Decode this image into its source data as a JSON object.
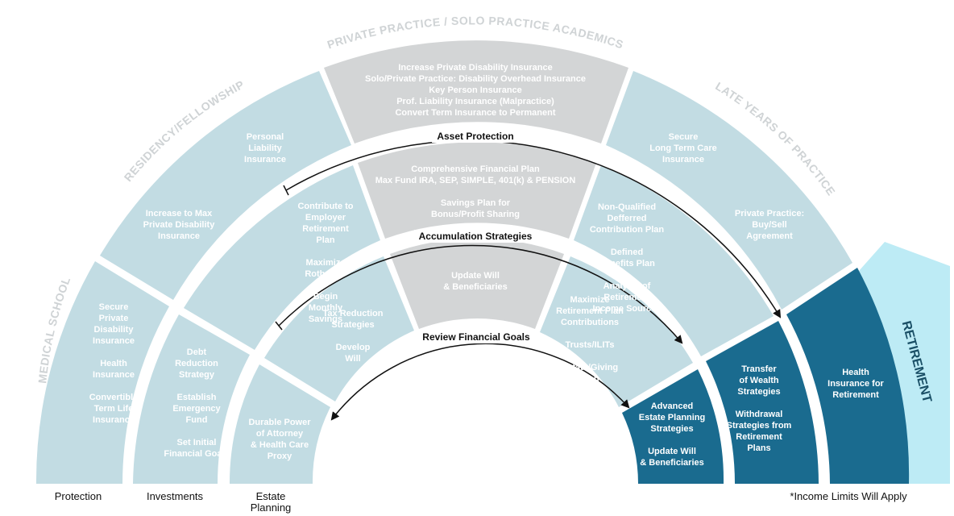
{
  "stages": {
    "medical_school": "MEDICAL SCHOOL",
    "residency": "RESIDENCY/FELLOWSHIP",
    "private_practice": "PRIVATE PRACTICE / SOLO PRACTICE ACADEMICS",
    "late_years": "LATE YEARS OF PRACTICE",
    "retirement": "RETIREMENT"
  },
  "arrows": {
    "asset_protection": "Asset Protection",
    "accumulation": "Accumulation Strategies",
    "review": "Review Financial Goals"
  },
  "outer": {
    "med": [
      "Secure",
      "Private",
      "Disability",
      "Insurance",
      "",
      "Health",
      "Insurance",
      "",
      "Convertible",
      "Term Life",
      "Insurance"
    ],
    "res1": [
      "Personal",
      "Liability",
      "Insurance"
    ],
    "res2": [
      "Increase to Max",
      "Private Disability",
      "Insurance"
    ],
    "pp": [
      "Increase Private Disability Insurance",
      "Solo/Private Practice: Disability Overhead Insurance",
      "Key Person Insurance",
      "Prof. Liability Insurance (Malpractice)",
      "Convert Term Insurance to Permanent"
    ],
    "late1": [
      "Secure",
      "Long Term Care",
      "Insurance"
    ],
    "late2": [
      "Private Practice:",
      "Buy/Sell",
      "Agreement"
    ],
    "ret": [
      "Health",
      "Insurance for",
      "Retirement"
    ]
  },
  "middle": {
    "med": [
      "Debt",
      "Reduction",
      "Strategy",
      "",
      "Establish",
      "Emergency",
      "Fund",
      "",
      "Set Initial",
      "Financial Goals"
    ],
    "res": [
      "Contribute to",
      "Employer",
      "Retirement",
      "Plan",
      "",
      "Maximize",
      "Roth IRA*",
      "",
      "Begin",
      "Monthly",
      "Savings"
    ],
    "pp": [
      "Comprehensive Financial Plan",
      "Max Fund IRA, SEP, SIMPLE, 401(k) & PENSION",
      "",
      "Savings Plan for",
      "Bonus/Profit Sharing"
    ],
    "late": [
      "Non-Qualified",
      "Defferred",
      "Contribution Plan",
      "",
      "Defined",
      "Benefits Plan",
      "",
      "Analysis of",
      "Retirement",
      "Income Sources"
    ],
    "ret": [
      "Transfer",
      "of Wealth",
      "Strategies",
      "",
      "Withdrawal",
      "Strategies from",
      "Retirement",
      "Plans"
    ]
  },
  "inner": {
    "med": [
      "Durable Power",
      "of Attorney",
      "& Health Care",
      "Proxy"
    ],
    "res": [
      "Tax Reduction",
      "Strategies",
      "",
      "Develop",
      "Will"
    ],
    "pp": [
      "Update Will",
      "& Beneficiaries"
    ],
    "late": [
      "Maximize",
      "Retirement Plan",
      "Contributions",
      "",
      "Trusts/ILITs",
      "",
      "Estate/Giving",
      "Plan"
    ],
    "ret": [
      "Advanced",
      "Estate Planning",
      "Strategies",
      "",
      "Update Will",
      "& Beneficiaries"
    ]
  },
  "bottom": {
    "protection": "Protection",
    "investments": "Investments",
    "estate": "Estate",
    "planning": "Planning",
    "note": "*Income Limits Will Apply"
  },
  "colors": {
    "light_blue": "#c2dce3",
    "gray": "#d3d5d6",
    "dark_blue": "#1a6b8f",
    "cyan": "#bdebf5",
    "stage_label": "#cfd3d5"
  }
}
